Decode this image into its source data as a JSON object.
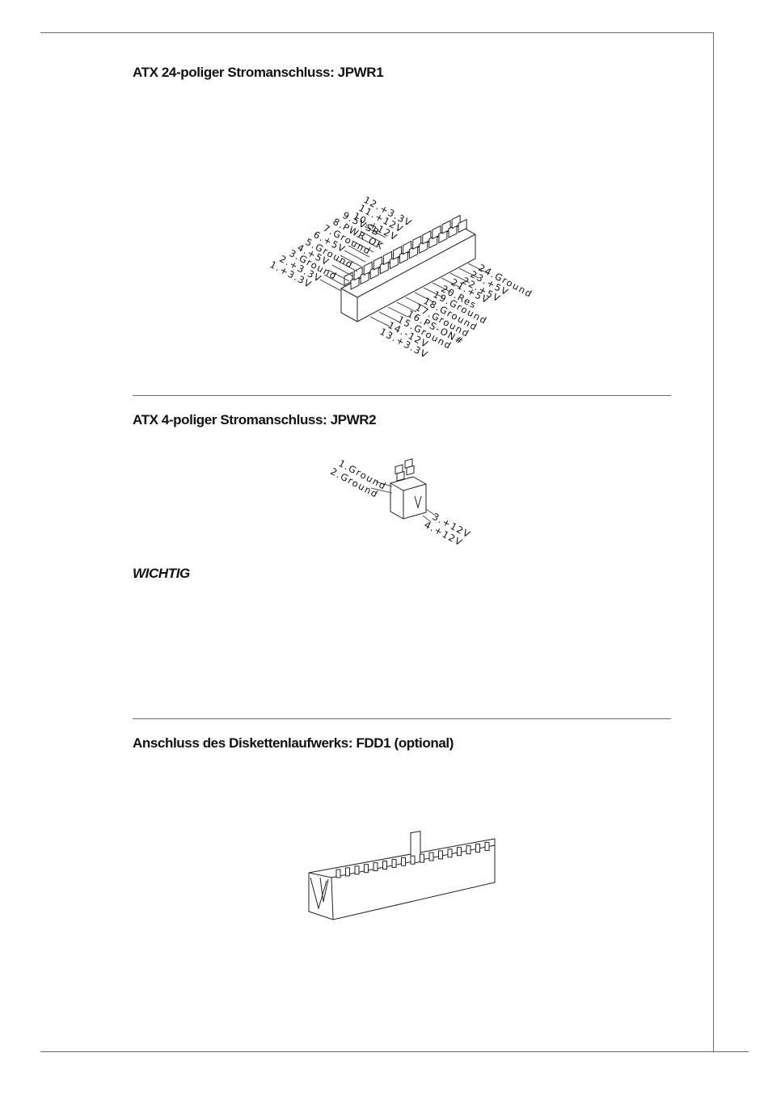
{
  "sections": {
    "jpwr1": {
      "title": "ATX 24-poliger Stromanschluss: JPWR1",
      "pins_left": [
        "12.+3.3V",
        "11.+12V",
        "10.+12V",
        "9.5VSB",
        "8.PWR OK",
        "7.Ground",
        "6.+5V",
        "5.Ground",
        "4.+5V",
        "3.Ground",
        "2.+3.3V",
        "1.+3.3V"
      ],
      "pins_right": [
        "24.Ground",
        "23.+5V",
        "22.+5V",
        "21.+5V",
        "20.Res",
        "19.Ground",
        "18.Ground",
        "17.Ground",
        "16.PS-ON#",
        "15.Ground",
        "14.-12V",
        "13.+3.3V"
      ]
    },
    "jpwr2": {
      "title": "ATX 4-poliger Stromanschluss: JPWR2",
      "pins_left": [
        "1.Ground",
        "2.Ground"
      ],
      "pins_right": [
        "3.+12V",
        "4.+12V"
      ]
    },
    "important": {
      "title": "WICHTIG"
    },
    "fdd1": {
      "title": "Anschluss des Diskettenlaufwerks: FDD1 (optional)"
    }
  }
}
